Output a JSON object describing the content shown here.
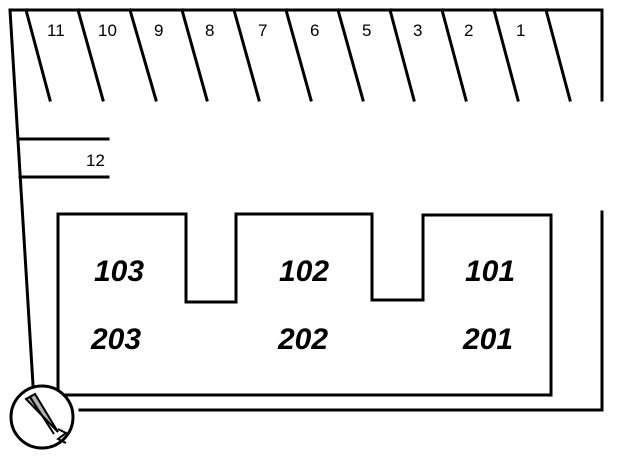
{
  "parking": {
    "top_row": [
      "11",
      "10",
      "9",
      "8",
      "7",
      "6",
      "5",
      "3",
      "2",
      "1"
    ],
    "side_stall": "12"
  },
  "building": {
    "units_floor1": [
      "103",
      "102",
      "101"
    ],
    "units_floor2": [
      "203",
      "202",
      "201"
    ]
  }
}
